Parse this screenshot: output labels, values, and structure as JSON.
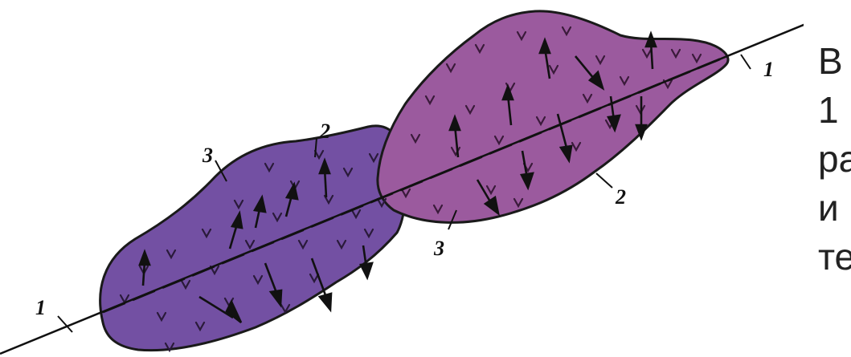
{
  "diagram": {
    "colors": {
      "left_body": "#7350A3",
      "right_body": "#9B5A9E",
      "outline": "#1a1a1a",
      "line": "#111111"
    },
    "labels": {
      "line_left": "1",
      "line_right": "1",
      "left_3": "3",
      "left_2": "2",
      "right_2": "2",
      "right_3": "3"
    }
  },
  "side_text": {
    "lines": [
      "B",
      "1 ",
      "ра",
      "и",
      "те"
    ]
  }
}
